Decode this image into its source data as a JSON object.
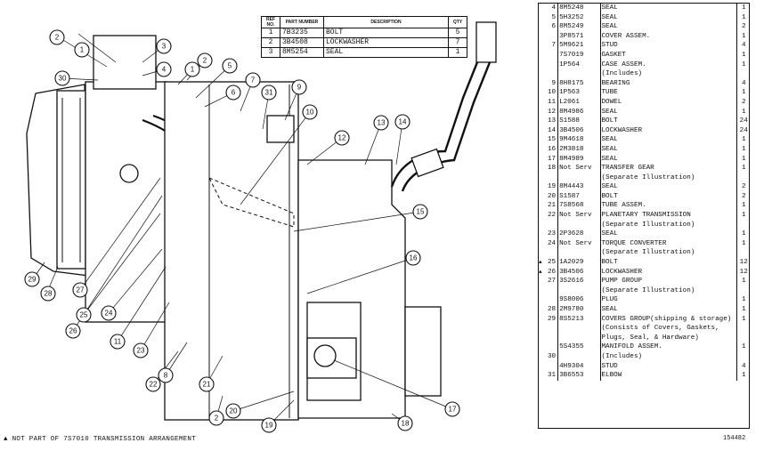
{
  "small_table": {
    "headers": [
      "REF NO.",
      "PART NUMBER",
      "DESCRIPTION",
      "QTY"
    ],
    "rows": [
      [
        "1",
        "7B3235",
        "BOLT",
        "5"
      ],
      [
        "2",
        "3B4508",
        "LOCKWASHER",
        "7"
      ],
      [
        "3",
        "8M5254",
        "SEAL",
        "1"
      ]
    ]
  },
  "footnote": "▲ NOT PART OF 7S7010 TRANSMISSION ARRANGEMENT",
  "figure_number": "154482",
  "callouts": [
    "1",
    "2",
    "3",
    "4",
    "5",
    "6",
    "7",
    "8",
    "9",
    "10",
    "11",
    "12",
    "13",
    "14",
    "15",
    "16",
    "17",
    "18",
    "19",
    "20",
    "21",
    "22",
    "23",
    "24",
    "25",
    "26",
    "27",
    "28",
    "29",
    "30",
    "31"
  ],
  "parts_list": [
    {
      "mark": "",
      "ref": "4",
      "pn": "8M5248",
      "desc": "SEAL",
      "qty": "1"
    },
    {
      "mark": "",
      "ref": "5",
      "pn": "5H3252",
      "desc": "SEAL",
      "qty": "1"
    },
    {
      "mark": "",
      "ref": "6",
      "pn": "8M5249",
      "desc": "SEAL",
      "qty": "2"
    },
    {
      "mark": "",
      "ref": "",
      "pn": "3P8571",
      "desc": "COVER ASSEM.",
      "qty": "1"
    },
    {
      "mark": "",
      "ref": "7",
      "pn": "5M9621",
      "desc": "  STUD",
      "qty": "4"
    },
    {
      "mark": "",
      "ref": "",
      "pn": "7S7019",
      "desc": "GASKET",
      "qty": "1"
    },
    {
      "mark": "",
      "ref": "",
      "pn": "1P564",
      "desc": "CASE ASSEM.",
      "qty": "1"
    },
    {
      "mark": "",
      "ref": "",
      "pn": "",
      "desc": "     (Includes)",
      "qty": ""
    },
    {
      "mark": "",
      "ref": "9",
      "pn": "8H8175",
      "desc": "  BEARING",
      "qty": "4"
    },
    {
      "mark": "",
      "ref": "10",
      "pn": "1P563",
      "desc": "  TUBE",
      "qty": "1"
    },
    {
      "mark": "",
      "ref": "11",
      "pn": "L2061",
      "desc": "  DOWEL",
      "qty": "2"
    },
    {
      "mark": "",
      "ref": "12",
      "pn": "8M4986",
      "desc": "SEAL",
      "qty": "1"
    },
    {
      "mark": "",
      "ref": "13",
      "pn": "S1588",
      "desc": "BOLT",
      "qty": "24"
    },
    {
      "mark": "",
      "ref": "14",
      "pn": "3B4506",
      "desc": "LOCKWASHER",
      "qty": "24"
    },
    {
      "mark": "",
      "ref": "15",
      "pn": "9M4618",
      "desc": "SEAL",
      "qty": "1"
    },
    {
      "mark": "",
      "ref": "16",
      "pn": "2M3818",
      "desc": "SEAL",
      "qty": "1"
    },
    {
      "mark": "",
      "ref": "17",
      "pn": "8M4989",
      "desc": "SEAL",
      "qty": "1"
    },
    {
      "mark": "",
      "ref": "18",
      "pn": "Not Serv",
      "desc": "TRANSFER GEAR",
      "qty": "1"
    },
    {
      "mark": "",
      "ref": "",
      "pn": "",
      "desc": "     (Separate Illustration)",
      "qty": ""
    },
    {
      "mark": "",
      "ref": "19",
      "pn": "8M4443",
      "desc": "SEAL",
      "qty": "2"
    },
    {
      "mark": "",
      "ref": "20",
      "pn": "S1587",
      "desc": "BOLT",
      "qty": "2"
    },
    {
      "mark": "",
      "ref": "21",
      "pn": "7S8568",
      "desc": "TUBE ASSEM.",
      "qty": "1"
    },
    {
      "mark": "",
      "ref": "22",
      "pn": "Not Serv",
      "desc": "PLANETARY TRANSMISSION",
      "qty": "1"
    },
    {
      "mark": "",
      "ref": "",
      "pn": "",
      "desc": "     (Separate Illustration)",
      "qty": ""
    },
    {
      "mark": "",
      "ref": "23",
      "pn": "2P3628",
      "desc": "SEAL",
      "qty": "1"
    },
    {
      "mark": "",
      "ref": "24",
      "pn": "Not Serv",
      "desc": "TORQUE CONVERTER",
      "qty": "1"
    },
    {
      "mark": "",
      "ref": "",
      "pn": "",
      "desc": "     (Separate Illustration)",
      "qty": ""
    },
    {
      "mark": "▲",
      "ref": "25",
      "pn": "1A2029",
      "desc": "BOLT",
      "qty": "12"
    },
    {
      "mark": "▲",
      "ref": "26",
      "pn": "3B4506",
      "desc": "LOCKWASHER",
      "qty": "12"
    },
    {
      "mark": "",
      "ref": "27",
      "pn": "3S2616",
      "desc": "PUMP GROUP",
      "qty": "1"
    },
    {
      "mark": "",
      "ref": "",
      "pn": "",
      "desc": "     (Separate Illustration)",
      "qty": ""
    },
    {
      "mark": "",
      "ref": "",
      "pn": "9S8006",
      "desc": "PLUG",
      "qty": "1"
    },
    {
      "mark": "",
      "ref": "28",
      "pn": "2M9780",
      "desc": "SEAL",
      "qty": "1"
    },
    {
      "mark": "",
      "ref": "29",
      "pn": "8S5213",
      "desc": "COVERS GROUP(shipping & storage)",
      "qty": "1"
    },
    {
      "mark": "",
      "ref": "",
      "pn": "",
      "desc": "(Consists of Covers, Gaskets,",
      "qty": ""
    },
    {
      "mark": "",
      "ref": "",
      "pn": "",
      "desc": "     Plugs, Seal, & Hardware)",
      "qty": ""
    },
    {
      "mark": "",
      "ref": "",
      "pn": "5S4355",
      "desc": "MANIFOLD ASSEM.",
      "qty": "1"
    },
    {
      "mark": "",
      "ref": "30",
      "pn": "",
      "desc": "     (Includes)",
      "qty": ""
    },
    {
      "mark": "",
      "ref": "",
      "pn": "4H9304",
      "desc": "  STUD",
      "qty": "4"
    },
    {
      "mark": "",
      "ref": "31",
      "pn": "3B6553",
      "desc": "ELBOW",
      "qty": "1"
    }
  ]
}
